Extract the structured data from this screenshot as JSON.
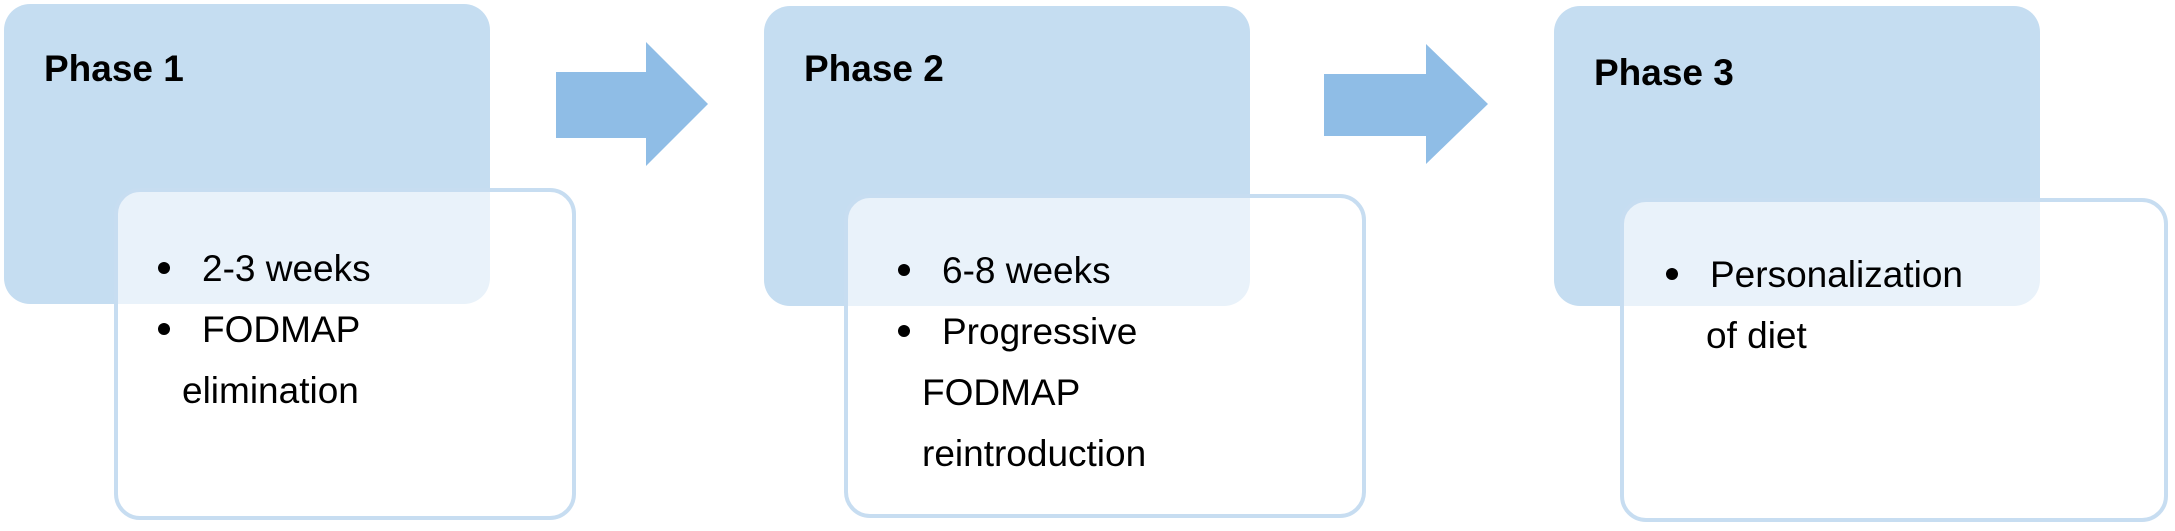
{
  "colors": {
    "header_fill": "#c5ddf1",
    "body_border": "#c7ddf1",
    "arrow_fill": "#8fbde6"
  },
  "phases": [
    {
      "title": "Phase 1",
      "items": [
        {
          "line1": "2-3 weeks",
          "line2": ""
        },
        {
          "line1": "FODMAP",
          "line2": "elimination"
        }
      ]
    },
    {
      "title": "Phase 2",
      "items": [
        {
          "line1": "6-8 weeks",
          "line2": ""
        },
        {
          "line1": "Progressive",
          "line2": "FODMAP",
          "line3": "reintroduction"
        }
      ]
    },
    {
      "title": "Phase 3",
      "items": [
        {
          "line1": "Personalization",
          "line2": "of diet"
        }
      ]
    }
  ]
}
